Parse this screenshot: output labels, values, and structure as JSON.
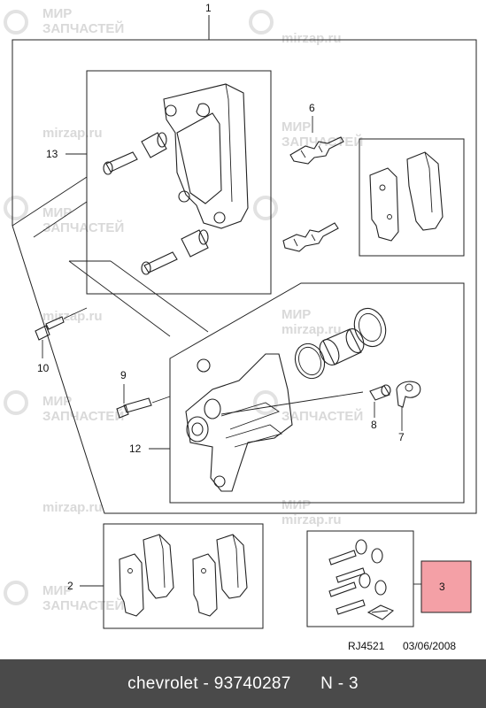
{
  "diagram": {
    "callouts": {
      "n1": "1",
      "n2": "2",
      "n3": "3",
      "n6": "6",
      "n7": "7",
      "n8": "8",
      "n9": "9",
      "n10": "10",
      "n12": "12",
      "n13": "13"
    },
    "drawing_code": "RJ4521",
    "drawing_date": "03/06/2008",
    "highlight_color": "#f4a0a6"
  },
  "watermark": {
    "brand_word": "МИР",
    "parts_word": "ЗАПЧАСТЕЙ",
    "domain": "mirzap.ru"
  },
  "footer": {
    "make": "chevrolet",
    "part_number": "93740287",
    "position_code": "N - 3"
  }
}
